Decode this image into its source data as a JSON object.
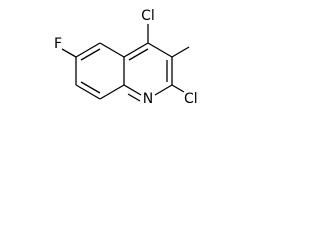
{
  "molecule": {
    "atoms": {
      "cl4": "Cl",
      "cl2": "Cl",
      "f6": "F",
      "n1": "N"
    }
  }
}
